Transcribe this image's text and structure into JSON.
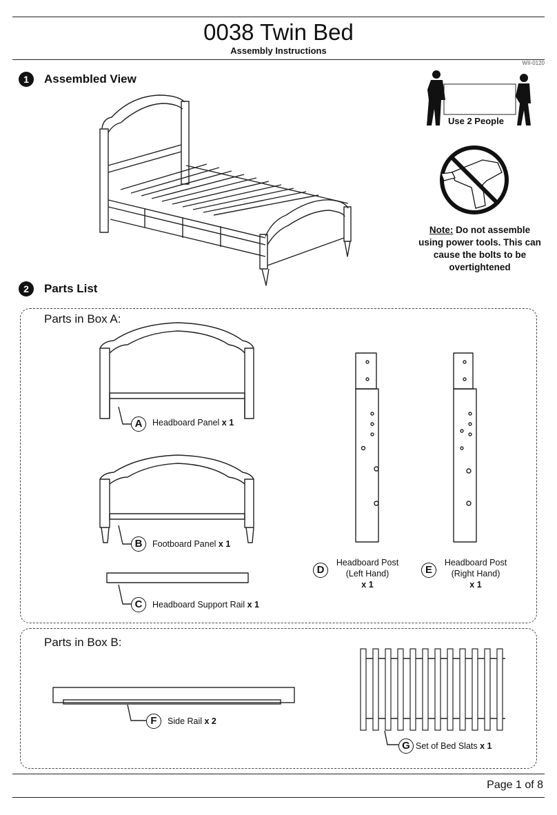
{
  "header": {
    "title": "0038 Twin Bed",
    "subtitle": "Assembly Instructions",
    "doc_id": "WII-0120"
  },
  "step1": {
    "number": "1",
    "title": "Assembled View"
  },
  "warnings": {
    "people_label": "Use 2 People",
    "note_prefix": "Note:",
    "note_text": " Do not assemble using power tools. This can cause the bolts to be overtightened"
  },
  "step2": {
    "number": "2",
    "title": "Parts List"
  },
  "box_a": {
    "title": "Parts in Box A:",
    "parts": {
      "A": {
        "letter": "A",
        "name": "Headboard Panel ",
        "qty": "x 1"
      },
      "B": {
        "letter": "B",
        "name": "Footboard Panel ",
        "qty": "x 1"
      },
      "C": {
        "letter": "C",
        "name": "Headboard Support Rail ",
        "qty": "x 1"
      },
      "D": {
        "letter": "D",
        "name1": "Headboard Post",
        "name2": "(Left Hand)",
        "qty": "x 1"
      },
      "E": {
        "letter": "E",
        "name1": "Headboard Post",
        "name2": "(Right Hand)",
        "qty": "x 1"
      }
    }
  },
  "box_b": {
    "title": "Parts in Box B:",
    "parts": {
      "F": {
        "letter": "F",
        "name": "Side Rail ",
        "qty": "x 2"
      },
      "G": {
        "letter": "G",
        "name": "Set of Bed Slats ",
        "qty": "x 1"
      }
    }
  },
  "footer": {
    "page": "Page 1 of 8"
  }
}
